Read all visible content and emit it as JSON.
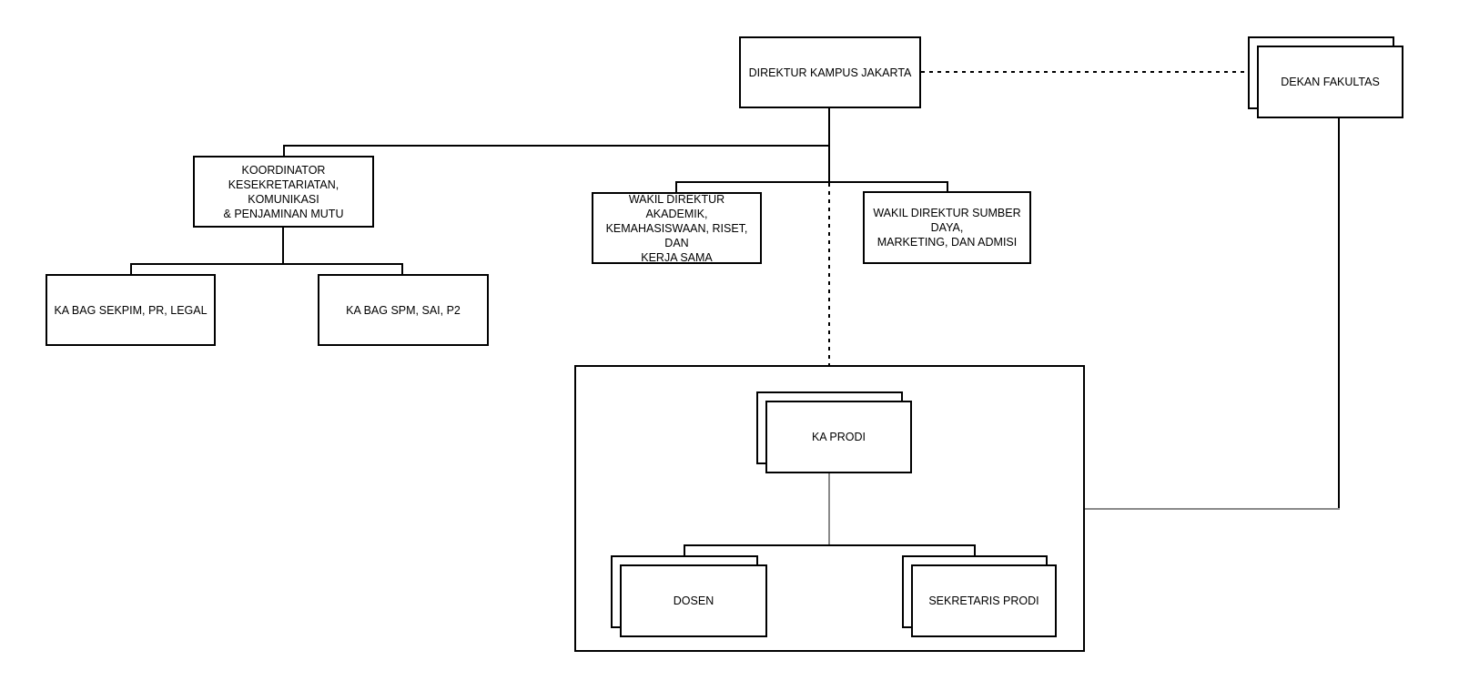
{
  "colors": {
    "line": "#000000",
    "line_muted": "#8a8a8a",
    "node_fill": "#ffffff",
    "node_border": "#000000",
    "background": "#ffffff"
  },
  "nodes": {
    "direktur": {
      "label": "DIREKTUR KAMPUS JAKARTA"
    },
    "dekan": {
      "label": "DEKAN FAKULTAS"
    },
    "koordinator": {
      "label": "KOORDINATOR\nKESEKRETARIATAN, KOMUNIKASI\n& PENJAMINAN MUTU"
    },
    "kabag_sekpim": {
      "label": "KA BAG SEKPIM, PR, LEGAL"
    },
    "kabag_spm": {
      "label": "KA BAG SPM, SAI, P2"
    },
    "wakil_akademik": {
      "label": "WAKIL DIREKTUR AKADEMIK,\nKEMAHASISWAAN, RISET, DAN\nKERJA SAMA"
    },
    "wakil_sumber_daya": {
      "label": "WAKIL DIREKTUR SUMBER DAYA,\nMARKETING, DAN ADMISI"
    },
    "ka_prodi": {
      "label": "KA PRODI"
    },
    "dosen": {
      "label": "DOSEN"
    },
    "sekretaris_prodi": {
      "label": "SEKRETARIS PRODI"
    }
  }
}
